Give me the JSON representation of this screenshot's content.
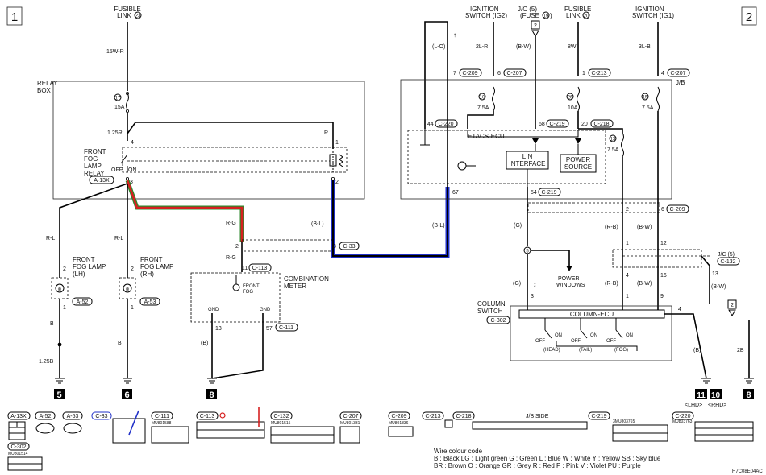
{
  "pages": {
    "left": "1",
    "right": "2"
  },
  "sources": {
    "fusible_link_23": {
      "label": "FUSIBLE",
      "label2": "LINK",
      "num": "23"
    },
    "ignition_ig2": {
      "label": "IGNITION",
      "label2": "SWITCH (IG2)"
    },
    "jc5_fuse19": {
      "label": "J/C (5)",
      "label2": "(FUSE",
      "num": "19",
      "num_suffix": ")",
      "pin": "2"
    },
    "fusible_link_20": {
      "label": "FUSIBLE",
      "label2": "LINK",
      "num": "20"
    },
    "ignition_ig1": {
      "label": "IGNITION",
      "label2": "SWITCH (IG1)"
    }
  },
  "wires": {
    "w15wr": "15W-R",
    "w125r": "1.25R",
    "wr": "R",
    "w2lr": "2L-R",
    "wbw": "(B-W)",
    "w8w": "8W",
    "w3lb": "3L-B",
    "wlo": "(L-O)",
    "wrl1": "R-L",
    "wrl2": "R-L",
    "wrg1": "R-G",
    "wrg2": "R-G",
    "wbl1": "(B-L)",
    "wbl2": "(B-L)",
    "wb1": "B",
    "wb2": "B",
    "wb3": "(B)",
    "w125b": "1.25B",
    "wg1": "(G)",
    "wg2": "(G)",
    "wrb1": "(R-B)",
    "wrb2": "(R-B)",
    "wbw2": "(B-W)",
    "wbw3": "(B-W)",
    "wbw4": "(B-W)",
    "wb4": "(B)",
    "w2b": "2B"
  },
  "relay_box": {
    "label": "RELAY",
    "label2": "BOX",
    "fuse_num": "17",
    "fuse_amp": "15A",
    "pin4": "4",
    "pin1": "1",
    "pin3": "3",
    "pin2": "2"
  },
  "relay": {
    "l1": "FRONT",
    "l2": "FOG",
    "l3": "LAMP",
    "l4": "RELAY",
    "conn": "A-13X",
    "off": "OFF",
    "on": "ON"
  },
  "lamps": {
    "lh": {
      "l1": "FRONT",
      "l2": "FOG LAMP",
      "l3": "(LH)",
      "conn": "A-52",
      "p2": "2",
      "p1": "1"
    },
    "rh": {
      "l1": "FRONT",
      "l2": "FOG LAMP",
      "l3": "(RH)",
      "conn": "A-53",
      "p2": "2",
      "p1": "1"
    }
  },
  "combination_meter": {
    "l1": "COMBINATION",
    "l2": "METER",
    "fog": "FRONT",
    "fog2": "FOG",
    "gnd1": "GND",
    "gnd2": "GND",
    "p11": "11",
    "conn_top": "C-113",
    "p13": "13",
    "p57": "57",
    "conn_bot": "C-111"
  },
  "junction_c33": {
    "pin": "3",
    "conn": "C-33",
    "pin2": "2"
  },
  "grounds": {
    "g5": "5",
    "g6": "6",
    "g8a": "8",
    "g11": "11",
    "g10": "10",
    "g8b": "8",
    "lhd": "<LHD>",
    "rhd": "<RHD>"
  },
  "jb": {
    "label": "J/B",
    "p7": "7",
    "c209a": "C-209",
    "p6": "6",
    "c207a": "C-207",
    "p1a": "1",
    "c213": "C-213",
    "p4": "4",
    "c207b": "C-207",
    "f10": "10",
    "f10a": "7.5A",
    "f26": "26",
    "f26a": "10A",
    "f15": "15",
    "f15a": "7.5A",
    "f13": "13",
    "f13a": "7.5A"
  },
  "etacs": {
    "label": "ETACS-ECU",
    "p44": "44",
    "c220": "C-220",
    "p68": "68",
    "c219a": "C-219",
    "p20": "20",
    "c218": "C-218",
    "lin": "LIN",
    "lin2": "INTERFACE",
    "ps": "POWER",
    "ps2": "SOURCE",
    "p67": "67",
    "p54": "54",
    "c219b": "C-219"
  },
  "c209b": {
    "p2": "2",
    "p6": "6",
    "conn": "C-209"
  },
  "jc5": {
    "label": "J/C (5)",
    "conn": "C-132",
    "p1": "1",
    "p12": "12",
    "p4": "4",
    "p16": "16",
    "p13": "13"
  },
  "splice5": {
    "num": "5",
    "pw": "POWER",
    "pw2": "WINDOWS"
  },
  "column": {
    "l1": "COLUMN",
    "l2": "SWITCH",
    "conn": "C-302",
    "ecu": "COLUMN-ECU",
    "p3": "3",
    "p1": "1",
    "p9": "9",
    "p4": "4",
    "off": "OFF",
    "on": "ON",
    "head": "(HEAD)",
    "tail": "(TAIL)",
    "fog": "(FOG)"
  },
  "connectors": {
    "a13x": "A-13X",
    "a52": "A-52",
    "a53": "A-53",
    "c33": "C-33",
    "c111": "C-111",
    "c113": "C-113",
    "c132": "C-132",
    "c207": "C-207",
    "c302": "C-302",
    "c209": "C-209",
    "c213": "C-213",
    "c218": "C-218",
    "c219": "C-219",
    "c220": "C-220",
    "mu1": "MU801588",
    "mu2": "MU801515",
    "mu3": "MU801331",
    "mu4": "MU801836",
    "mu5": "MU801514",
    "mu6": "3MU803765",
    "mu7": "MU803763",
    "jbside": "J/B SIDE"
  },
  "legend": {
    "title": "Wire colour code",
    "line1": "B : Black    LG : Light green    G : Green    L : Blue    W : White    Y : Yellow    SB : Sky blue",
    "line2": "BR : Brown    O : Orange    GR : Grey    R : Red    P : Pink    V : Violet    PU : Purple"
  },
  "footer": "H7C08E04AC",
  "colors": {
    "black": "#000000",
    "red": "#d62020",
    "green": "#2c8a2c",
    "blue": "#2030c8"
  }
}
